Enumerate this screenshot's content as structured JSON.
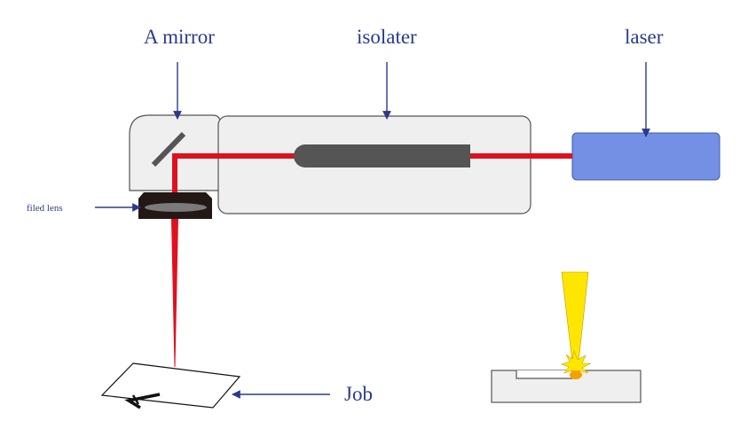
{
  "labels": {
    "mirror": "A mirror",
    "isolater": "isolater",
    "laser": "laser",
    "lens": "filed lens",
    "job": "Job"
  },
  "colors": {
    "beam": "#e0101e",
    "housing_fill": "#efefef",
    "housing_stroke": "#555555",
    "laser_fill": "#7390e4",
    "rod_fill": "#555555",
    "lens_fill": "#231815",
    "arrow": "#2a3a8c",
    "spark_yellow": "#ffe600",
    "spark_orange": "#f5a000"
  }
}
